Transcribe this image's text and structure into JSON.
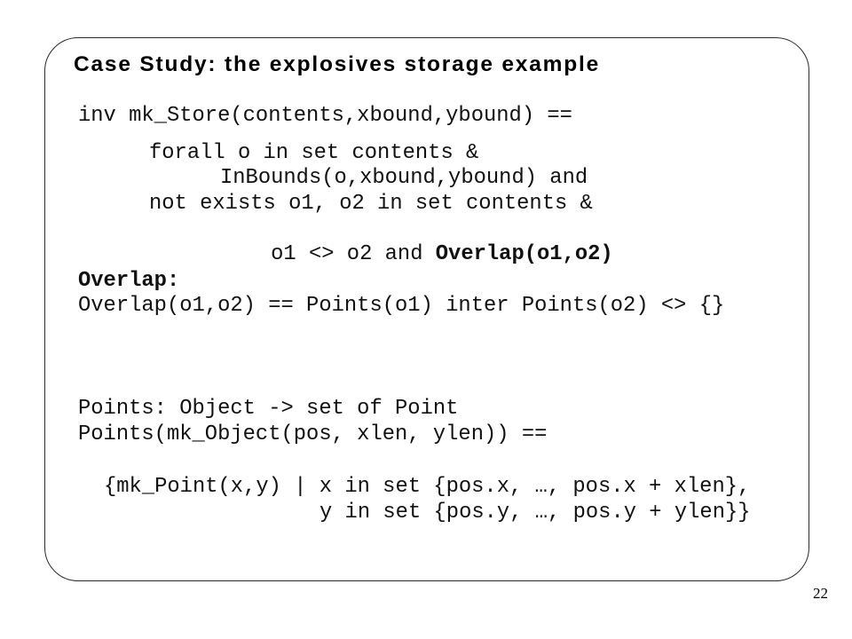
{
  "slide": {
    "title": "Case Study: the explosives storage example",
    "page_number": "22"
  },
  "invariant": {
    "header": "inv mk_Store(contents,xbound,ybound) ==",
    "line1": "forall o in set contents &",
    "line2": "InBounds(o,xbound,ybound) and",
    "line3": "not exists o1, o2 in set contents &",
    "line4_prefix": "o1 <> o2 and ",
    "line4_bold": "Overlap(o1,o2)"
  },
  "overlap": {
    "heading": "Overlap:",
    "definition": "Overlap(o1,o2) == Points(o1) inter Points(o2) <> {}"
  },
  "points": {
    "signature": "Points: Object -> set of Point",
    "header": "Points(mk_Object(pos, xlen, ylen)) ==",
    "body_line1": "{mk_Point(x,y) | x in set {pos.x, …, pos.x + xlen},",
    "body_line2": "y in set {pos.y, …, pos.y + ylen}}"
  }
}
